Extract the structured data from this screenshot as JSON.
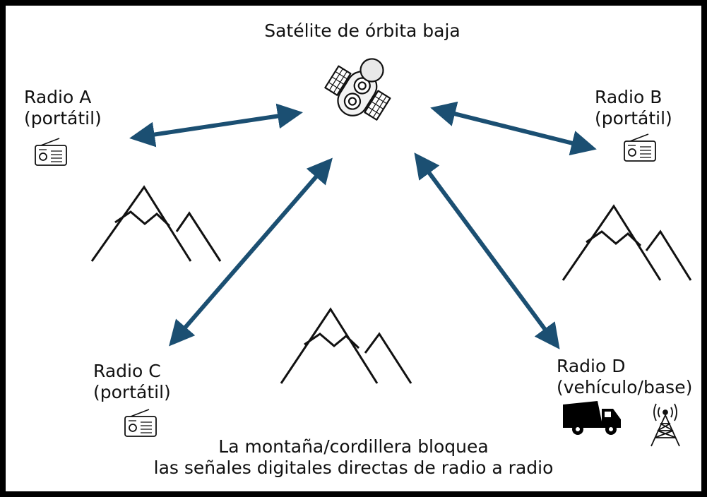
{
  "satellite": {
    "label": "Satélite de órbita baja"
  },
  "radios": [
    {
      "name": "Radio A",
      "type": "(portátil)"
    },
    {
      "name": "Radio B",
      "type": "(portátil)"
    },
    {
      "name": "Radio C",
      "type": "(portátil)"
    },
    {
      "name": "Radio D",
      "type": "(vehículo/base)"
    }
  ],
  "caption": {
    "line1": "La montaña/cordillera bloquea",
    "line2": "las señales digitales directas de radio a radio"
  },
  "colors": {
    "link_arrow": "#1b4f72",
    "ink": "#111111",
    "frame": "#000000"
  },
  "icons": [
    "satellite-icon",
    "radio-icon",
    "mountain-icon",
    "truck-icon",
    "tower-icon"
  ]
}
